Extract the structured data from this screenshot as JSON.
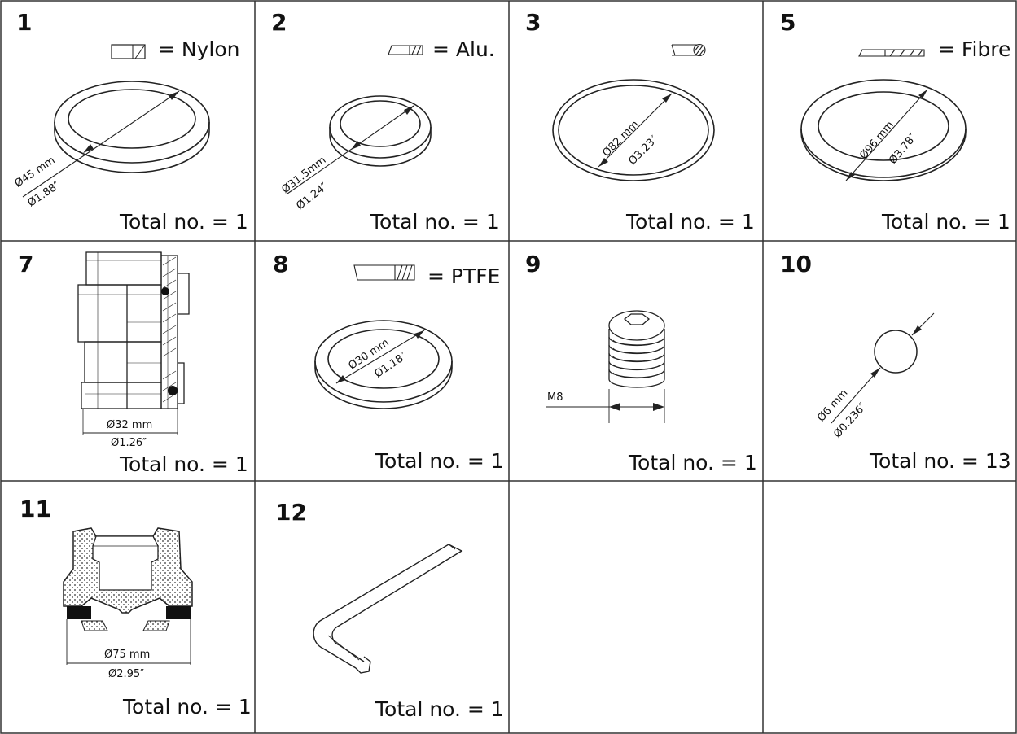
{
  "cells": [
    {
      "number": "1",
      "total": "Total no. = 1",
      "material": "= Nylon",
      "dims": [
        "Ø45 mm",
        "Ø1.88″"
      ]
    },
    {
      "number": "2",
      "total": "Total no. = 1",
      "material": "= Alu.",
      "dims": [
        "Ø31.5mm",
        "Ø1.24″"
      ]
    },
    {
      "number": "3",
      "total": "Total no. = 1",
      "material": "",
      "dims": [
        "Ø82 mm",
        "Ø3.23″"
      ]
    },
    {
      "number": "5",
      "total": "Total no. = 1",
      "material": "= Fibre",
      "dims": [
        "Ø96 mm",
        "Ø3.78″"
      ]
    },
    {
      "number": "7",
      "total": "Total no. = 1",
      "material": "",
      "dims": [
        "Ø32 mm",
        "Ø1.26″"
      ]
    },
    {
      "number": "8",
      "total": "Total no. = 1",
      "material": "= PTFE",
      "dims": [
        "Ø30 mm",
        "Ø1.18″"
      ]
    },
    {
      "number": "9",
      "total": "Total no. = 1",
      "material": "",
      "dims": [
        "M8"
      ]
    },
    {
      "number": "10",
      "total": "Total no. = 13",
      "material": "",
      "dims": [
        "Ø6 mm",
        "Ø0.236″"
      ]
    },
    {
      "number": "11",
      "total": "Total no. = 1",
      "material": "",
      "dims": [
        "Ø75 mm",
        "Ø2.95″"
      ]
    },
    {
      "number": "12",
      "total": "Total no. = 1",
      "material": "",
      "dims": []
    }
  ]
}
